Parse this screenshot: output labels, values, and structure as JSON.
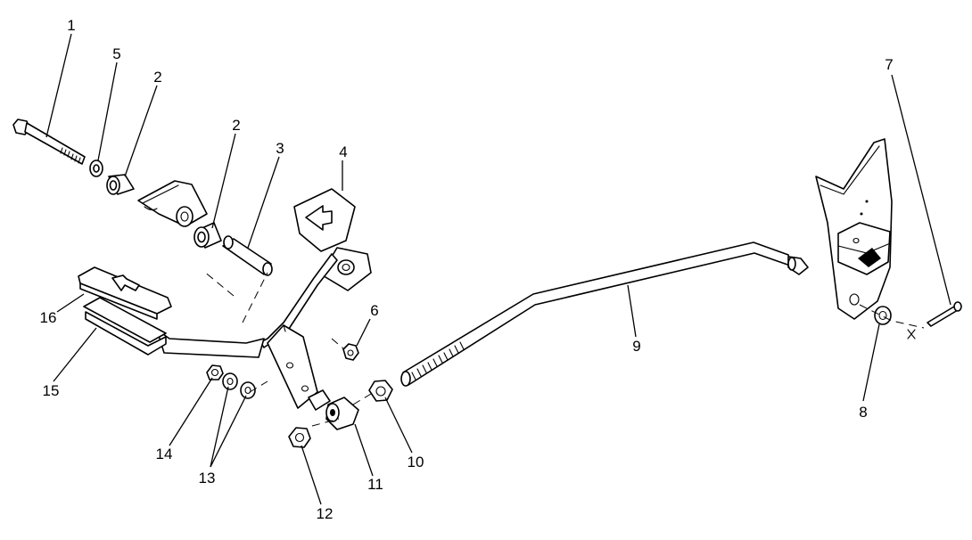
{
  "diagram": {
    "callouts": [
      {
        "id": "1",
        "label": "1"
      },
      {
        "id": "5",
        "label": "5"
      },
      {
        "id": "2a",
        "label": "2"
      },
      {
        "id": "2b",
        "label": "2"
      },
      {
        "id": "3",
        "label": "3"
      },
      {
        "id": "4",
        "label": "4"
      },
      {
        "id": "7",
        "label": "7"
      },
      {
        "id": "6",
        "label": "6"
      },
      {
        "id": "9",
        "label": "9"
      },
      {
        "id": "16",
        "label": "16"
      },
      {
        "id": "15",
        "label": "15"
      },
      {
        "id": "8",
        "label": "8"
      },
      {
        "id": "14",
        "label": "14"
      },
      {
        "id": "10",
        "label": "10"
      },
      {
        "id": "11",
        "label": "11"
      },
      {
        "id": "13",
        "label": "13"
      },
      {
        "id": "12",
        "label": "12"
      }
    ]
  }
}
